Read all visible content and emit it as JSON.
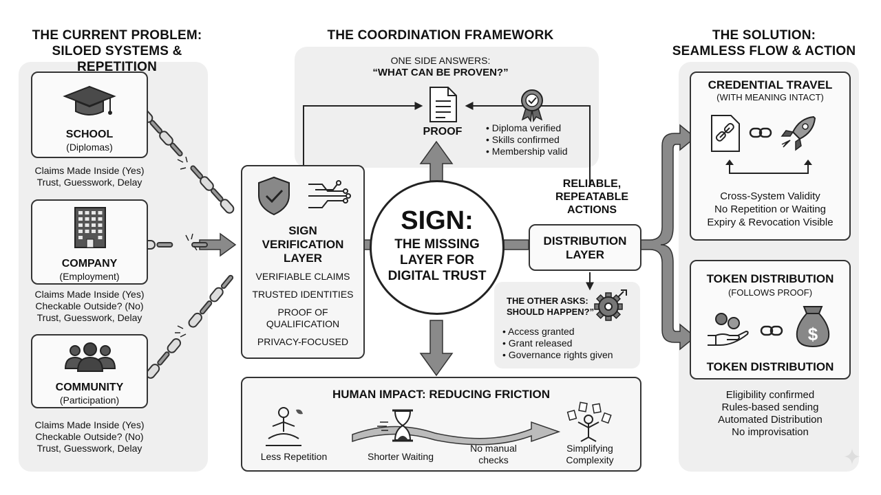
{
  "columns": {
    "problem": {
      "title_line1": "THE CURRENT PROBLEM:",
      "title_line2": "SILOED SYSTEMS & REPETITION"
    },
    "framework": {
      "title": "THE COORDINATION FRAMEWORK"
    },
    "solution": {
      "title_line1": "THE SOLUTION:",
      "title_line2": "SEAMLESS FLOW & ACTION"
    }
  },
  "problem": {
    "school": {
      "name": "SCHOOL",
      "sub": "(Diplomas)",
      "claims": [
        "Claims Made Inside (Yes)",
        "Trust, Guesswork, Delay"
      ]
    },
    "company": {
      "name": "COMPANY",
      "sub": "(Employment)",
      "claims": [
        "Claims Made Inside (Yes)",
        "Checkable Outside? (No)",
        "Trust, Guesswork, Delay"
      ]
    },
    "community": {
      "name": "COMMUNITY",
      "sub": "(Participation)",
      "claims": [
        "Claims Made Inside (Yes)",
        "Checkable Outside? (No)",
        "Trust, Guesswork, Delay"
      ]
    }
  },
  "proof": {
    "question_line1": "ONE SIDE ANSWERS:",
    "question_line2": "“WHAT CAN BE PROVEN?”",
    "label": "PROOF",
    "items": [
      "Diploma verified",
      "Skills confirmed",
      "Membership valid"
    ]
  },
  "verification": {
    "title_line1": "SIGN",
    "title_line2": "VERIFICATION",
    "title_line3": "LAYER",
    "items": [
      "VERIFIABLE CLAIMS",
      "TRUSTED IDENTITIES",
      "PROOF OF",
      "QUALIFICATION",
      "PRIVACY-FOCUSED"
    ]
  },
  "core": {
    "headline": "SIGN:",
    "line1": "THE MISSING",
    "line2": "LAYER FOR",
    "line3": "DIGITAL TRUST"
  },
  "actions": {
    "line1": "RELIABLE,",
    "line2": "REPEATABLE",
    "line3": "ACTIONS"
  },
  "distribution": {
    "line1": "DISTRIBUTION",
    "line2": "LAYER",
    "ask_line1": "THE OTHER ASKS:",
    "ask_line2": "SHOULD HAPPEN?”",
    "items": [
      "Access granted",
      "Grant released",
      "Governance rights given"
    ]
  },
  "impact": {
    "title": "HUMAN IMPACT: REDUCING FRICTION",
    "items": [
      {
        "label": "Less Repetition"
      },
      {
        "label": "Shorter Waiting"
      },
      {
        "label": "No manual",
        "label2": "checks"
      },
      {
        "label": "Simplifying",
        "label2": "Complexity"
      }
    ]
  },
  "credential": {
    "title": "CREDENTIAL TRAVEL",
    "sub": "(WITH MEANING INTACT)",
    "lines": [
      "Cross-System Validity",
      "No Repetition or Waiting",
      "Expiry & Revocation Visible"
    ]
  },
  "token": {
    "title": "TOKEN DISTRIBUTION",
    "sub": "(FOLLOWS PROOF)",
    "label": "TOKEN DISTRIBUTION",
    "lines": [
      "Eligibility confirmed",
      "Rules-based sending",
      "Automated Distribution",
      "No improvisation"
    ]
  },
  "icons": {
    "school": "graduation-cap-icon",
    "company": "office-building-icon",
    "community": "people-group-icon",
    "shield": "shield-check-icon",
    "circuit": "circuit-icon",
    "document": "document-icon",
    "badge": "award-ribbon-icon",
    "gear": "gear-icon",
    "meditation": "meditation-icon",
    "hourglass": "hourglass-icon",
    "juggler": "juggling-person-icon",
    "link": "link-icon",
    "rocket": "rocket-icon",
    "coins": "hand-coins-icon",
    "money-bag": "money-bag-icon",
    "sparkle": "sparkle-icon"
  },
  "colors": {
    "background": "#ffffff",
    "panel": "#efefef",
    "arrow": "#8a8a8a",
    "stroke": "#333333"
  }
}
